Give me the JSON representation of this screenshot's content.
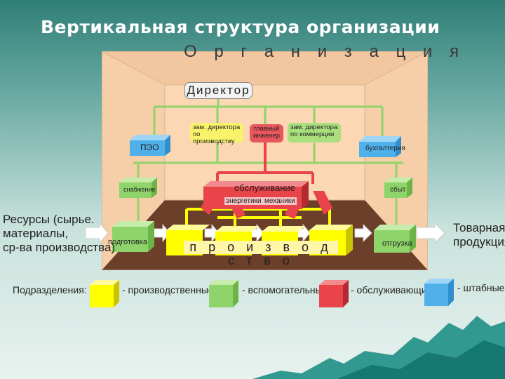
{
  "slide_title": "Вертикальная структура организации",
  "org_title": "О р г а н и з а ц и я",
  "director": "Директор",
  "deputy_production": "зам. директора по производству",
  "chief_engineer": "главный инженер",
  "deputy_commerce": "зам. директора по коммерции",
  "pzo": "ПЭО",
  "accounting": "бухгалтерия",
  "supply": "снабжение",
  "sales": "сбыт",
  "service": "обслуживание",
  "energy": "энергетики",
  "mechanics": "механики",
  "preparation": "подготовка",
  "shipment": "отгрузка",
  "production": "п р о и з в о д с т в о",
  "input_label": [
    "Ресурсы (сырье.",
    "материалы,",
    "ср-ва производства)"
  ],
  "output_label": [
    "Товарная",
    "продукция"
  ],
  "legend": {
    "title": "Подразделения:",
    "items": [
      {
        "color": "#ffff00",
        "label": "- производственные ;"
      },
      {
        "color": "#8fd46a",
        "label": "- вспомогательные ;"
      },
      {
        "color": "#e8444a",
        "label": "- обслуживающие;"
      },
      {
        "color": "#4fb0ea",
        "label": "- штабные;"
      }
    ]
  },
  "colors": {
    "yellow": "#ffff00",
    "green": "#8fd46a",
    "red": "#e8444a",
    "blue": "#4fb0ea",
    "floor": "#6b3f2a",
    "wall": "#f7c89e"
  }
}
